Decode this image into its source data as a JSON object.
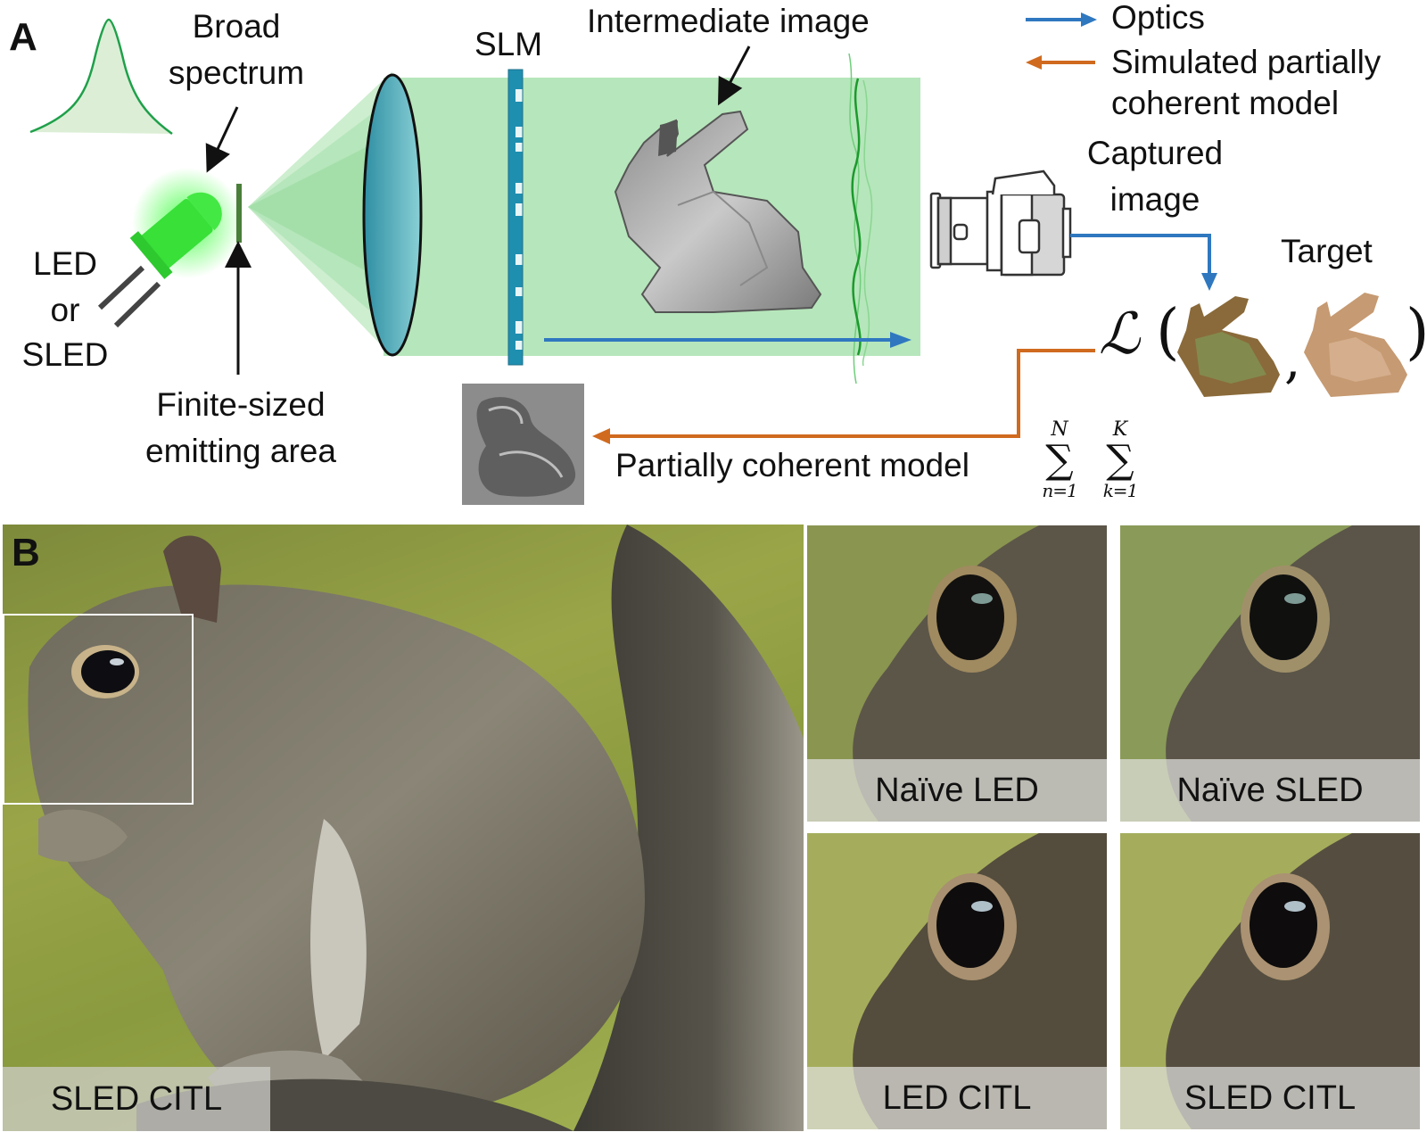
{
  "panel_a": {
    "letter": "A",
    "labels": {
      "broad_spectrum_1": "Broad",
      "broad_spectrum_2": "spectrum",
      "led_or_sled_1": "LED",
      "led_or_sled_2": "or",
      "led_or_sled_3": "SLED",
      "finite_1": "Finite-sized",
      "finite_2": "emitting area",
      "slm": "SLM",
      "intermediate": "Intermediate image",
      "captured_1": "Captured",
      "captured_2": "image",
      "target": "Target",
      "partially_coherent": "Partially coherent model",
      "loss_symbol": "ℒ",
      "sum_n_top": "N",
      "sum_n_bottom": "n=1",
      "sum_k_top": "K",
      "sum_k_bottom": "k=1",
      "sigma": "∑"
    },
    "legend": [
      {
        "label": "Optics",
        "color": "#2f78c0",
        "direction": "right"
      },
      {
        "label": "Simulated partially",
        "label2": "coherent model",
        "color": "#d06a1f",
        "direction": "left"
      }
    ],
    "colors": {
      "beam": "#b6e6bb",
      "led": "#2fdc2f",
      "slm": "#1f8fb0",
      "lens": "#3aa6b8",
      "optics_arrow": "#2f78c0",
      "model_arrow": "#d06a1f",
      "spectrum_line": "#1fa04a"
    }
  },
  "panel_b": {
    "letter": "B",
    "main_caption": "SLED CITL",
    "insets": [
      {
        "caption": "Naïve LED"
      },
      {
        "caption": "Naïve SLED"
      },
      {
        "caption": "LED CITL"
      },
      {
        "caption": "SLED CITL"
      }
    ]
  }
}
